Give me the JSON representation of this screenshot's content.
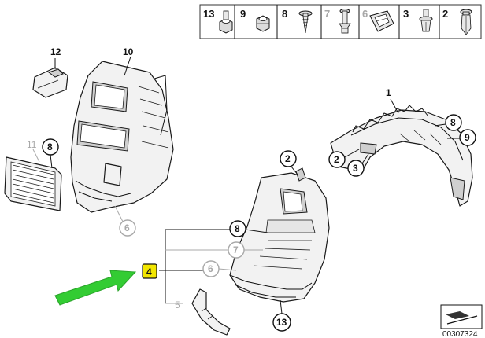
{
  "strip": {
    "items": [
      {
        "num": "13",
        "icon": "nut-icon",
        "grey": false
      },
      {
        "num": "9",
        "icon": "nut-icon",
        "grey": false
      },
      {
        "num": "8",
        "icon": "screw-icon",
        "grey": false
      },
      {
        "num": "7",
        "icon": "pin-icon",
        "grey": true
      },
      {
        "num": "6",
        "icon": "clip-icon",
        "grey": true
      },
      {
        "num": "3",
        "icon": "rivet-icon",
        "grey": false
      },
      {
        "num": "2",
        "icon": "expanding-rivet-icon",
        "grey": false
      }
    ]
  },
  "callouts": {
    "c12": "12",
    "c10": "10",
    "c11": "11",
    "c8_left": "8",
    "c6_left": "6",
    "c1": "1",
    "c8_right": "8",
    "c9_right": "9",
    "c2_right": "2",
    "c3_right": "3",
    "c2_mid": "2",
    "c8_mid": "8",
    "c7_mid": "7",
    "c6_mid": "6",
    "c4": "4",
    "c5": "5",
    "c13_bottom": "13"
  },
  "doc_id": "00307324",
  "colors": {
    "highlight": "#f2e600",
    "arrow": "#33cc33",
    "grey": "#a8a8a8"
  }
}
